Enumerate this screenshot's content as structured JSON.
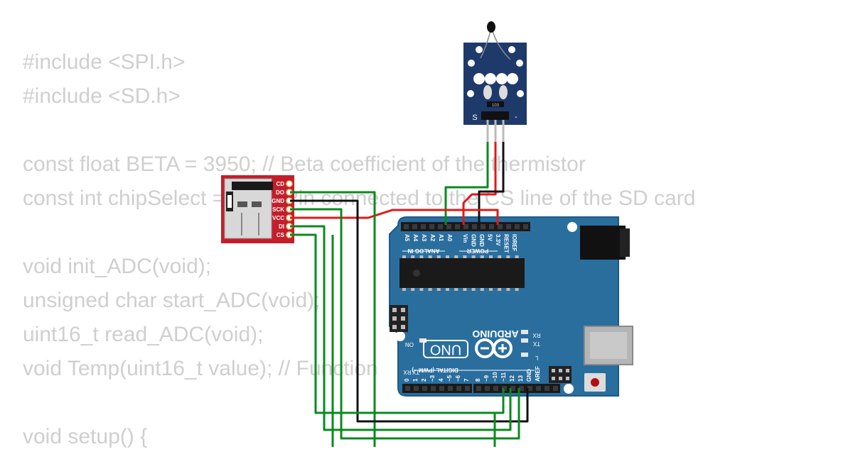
{
  "code_lines": [
    "#include <SPI.h>",
    "#include <SD.h>",
    "",
    "const float BETA = 3950; // Beta coefficient of the thermistor",
    "const int chipSelect = 10; // Pin connected to the CS line of the SD card",
    "",
    "void init_ADC(void);",
    "unsigned char start_ADC(void);",
    "uint16_t read_ADC(void);",
    "void Temp(uint16_t value); // Function",
    "",
    "void setup() {"
  ],
  "sd_module": {
    "pins": [
      "CD",
      "DO",
      "GND",
      "SCK",
      "VCC",
      "DI",
      "CS"
    ]
  },
  "ntc_module": {
    "pin_left": "S",
    "pin_right": "-",
    "resistor_code": "103"
  },
  "arduino": {
    "brand": "ARDUINO",
    "model": "UNO",
    "on_label": "ON",
    "rx_label": "RX",
    "tx_label": "TX",
    "l_label": "L",
    "analog_in_label": "ANALOG IN",
    "power_label": "POWER",
    "digital_label": "DIGITAL (PWM ~)",
    "analog_pins": [
      "A0",
      "A1",
      "A2",
      "A3",
      "A4",
      "A5"
    ],
    "power_pins": [
      "IOREF",
      "RESET",
      "3.3V",
      "5V",
      "GND",
      "GND",
      "Vin"
    ],
    "digital_pins_low": [
      "0",
      "1",
      "2",
      "~3",
      "4",
      "~5",
      "~6",
      "7"
    ],
    "digital_pins_high": [
      "8",
      "~9",
      "~10",
      "~11",
      "12",
      "13",
      "GND",
      "AREF"
    ],
    "rx0_label": "RX",
    "tx1_label": "TX"
  },
  "colors": {
    "board_blue": "#2a6e9e",
    "sd_red": "#c41e2a",
    "ntc_blue": "#1e3a6b",
    "wire_green": "#0a8a1e",
    "wire_red": "#e01919",
    "wire_black": "#111111",
    "code_gray": "#cfcfcf"
  }
}
